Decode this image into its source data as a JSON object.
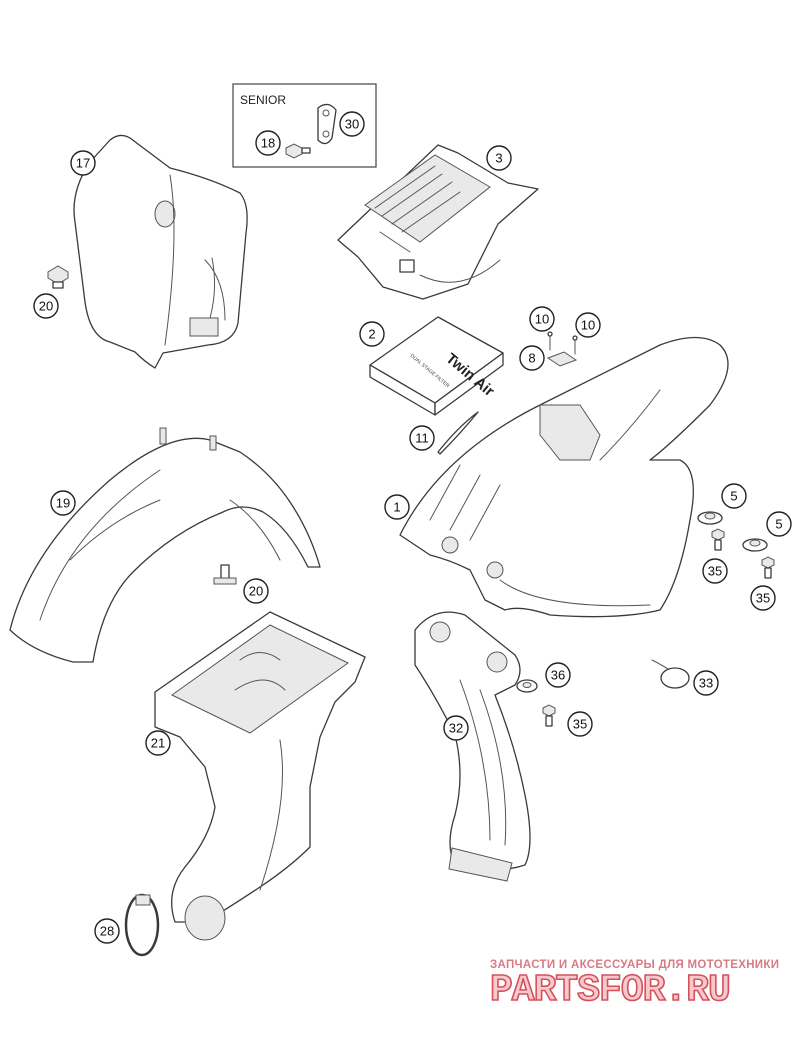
{
  "inset_label": "SENIOR",
  "parts": [
    {
      "key": "p17",
      "number": "17"
    },
    {
      "key": "p18",
      "number": "18"
    },
    {
      "key": "p30",
      "number": "30"
    },
    {
      "key": "p3",
      "number": "3"
    },
    {
      "key": "p20a",
      "number": "20"
    },
    {
      "key": "p2",
      "number": "2"
    },
    {
      "key": "p10a",
      "number": "10"
    },
    {
      "key": "p10b",
      "number": "10"
    },
    {
      "key": "p8",
      "number": "8"
    },
    {
      "key": "p11",
      "number": "11"
    },
    {
      "key": "p19",
      "number": "19"
    },
    {
      "key": "p1",
      "number": "1"
    },
    {
      "key": "p5a",
      "number": "5"
    },
    {
      "key": "p5b",
      "number": "5"
    },
    {
      "key": "p35a",
      "number": "35"
    },
    {
      "key": "p35b",
      "number": "35"
    },
    {
      "key": "p20b",
      "number": "20"
    },
    {
      "key": "p36",
      "number": "36"
    },
    {
      "key": "p33",
      "number": "33"
    },
    {
      "key": "p21",
      "number": "21"
    },
    {
      "key": "p32",
      "number": "32"
    },
    {
      "key": "p35c",
      "number": "35"
    },
    {
      "key": "p28",
      "number": "28"
    }
  ],
  "filter_box_text": {
    "brand": "Twin Air",
    "small": "DUAL STAGE FILTER"
  },
  "watermark": {
    "line1": "ЗАПЧАСТИ И АКСЕССУАРЫ ДЛЯ МОТОТЕХНИКИ",
    "logo": "PARTSFOR.RU"
  },
  "colors": {
    "outline": "#3a3a3a",
    "watermark_red": "#d4515c",
    "watermark_fill": "#f7c8cc"
  }
}
